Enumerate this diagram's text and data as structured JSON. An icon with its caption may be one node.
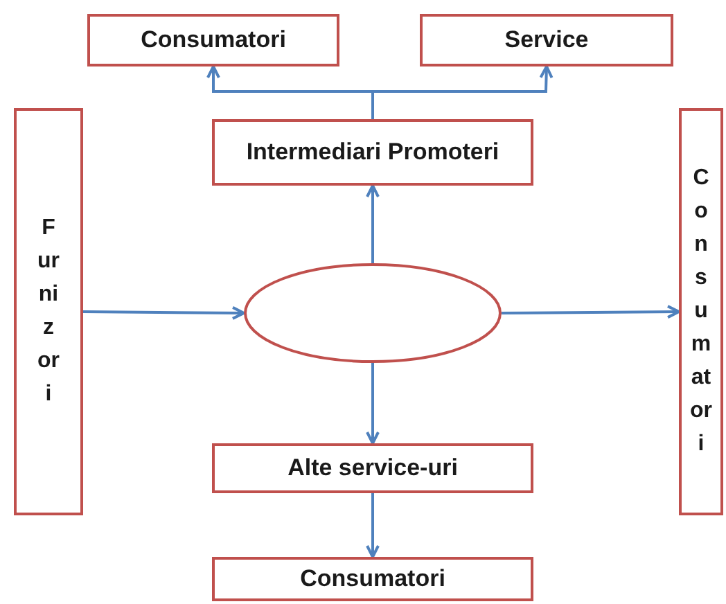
{
  "diagram": {
    "nodes": [
      {
        "text": [
          "Consumatori"
        ]
      },
      {
        "text": [
          "Service"
        ]
      },
      {
        "text": [
          "Intermediari Promoteri"
        ]
      },
      {
        "text": [
          "Furnizori"
        ]
      },
      {
        "text": [],
        "shape": "ellipse"
      },
      {
        "text": [
          "Consumatori"
        ]
      },
      {
        "text": [
          "Alte service-uri"
        ]
      },
      {
        "text": [
          "Consumatori"
        ]
      }
    ],
    "edges": [
      {
        "from": 3,
        "to": 4,
        "arrow": "to"
      },
      {
        "from": 4,
        "to": 5,
        "arrow": "to"
      },
      {
        "from": 4,
        "to": 2,
        "arrow": "to"
      },
      {
        "from": 4,
        "to": 6,
        "arrow": "to"
      },
      {
        "from": 6,
        "to": 7,
        "arrow": "to"
      },
      {
        "from": 2,
        "to": 0,
        "arrow": "to"
      },
      {
        "from": 2,
        "to": 1,
        "arrow": "to"
      }
    ]
  }
}
